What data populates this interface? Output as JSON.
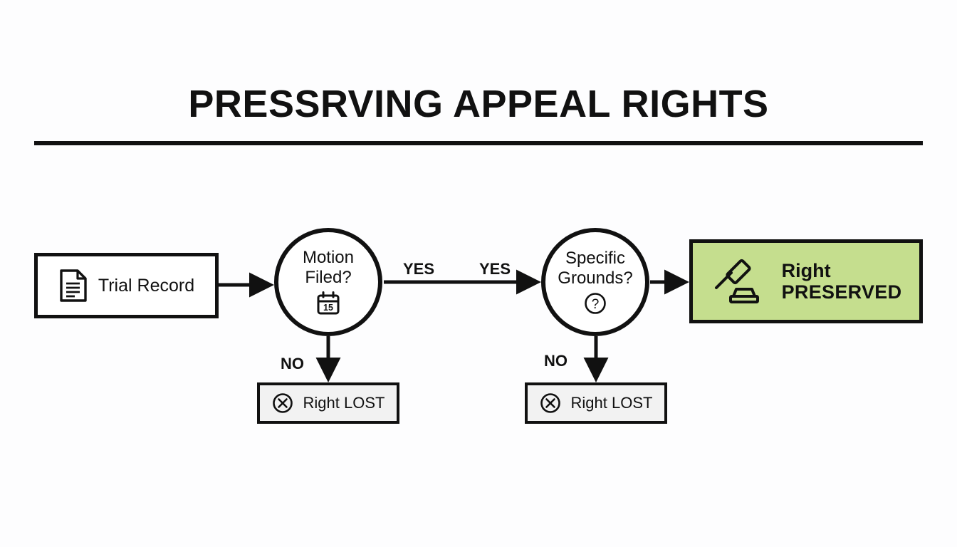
{
  "title": "PRESSRVING APPEAL RIGHTS",
  "colors": {
    "background": "#fdfdfe",
    "stroke": "#111111",
    "preserved_fill": "#c5de8e",
    "lost_fill": "#f2f2f2",
    "node_fill": "#ffffff"
  },
  "diagram": {
    "type": "flowchart",
    "nodes": [
      {
        "id": "trial-record",
        "shape": "rectangle",
        "label": "Trial Record",
        "icon": "document-icon"
      },
      {
        "id": "motion-filed",
        "shape": "circle",
        "label_line1": "Motion",
        "label_line2": "Filed?",
        "icon": "calendar-icon",
        "icon_value": "15"
      },
      {
        "id": "specific-grounds",
        "shape": "circle",
        "label_line1": "Specific",
        "label_line2": "Grounds?",
        "icon": "question-mark-circle-icon"
      },
      {
        "id": "right-preserved",
        "shape": "rectangle",
        "label_line1": "Right",
        "label_line2": "PRESERVED",
        "icon": "gavel-icon",
        "fill": "#c5de8e"
      },
      {
        "id": "right-lost-1",
        "shape": "rectangle",
        "label": "Right LOST",
        "icon": "circle-x-icon",
        "fill": "#f2f2f2"
      },
      {
        "id": "right-lost-2",
        "shape": "rectangle",
        "label": "Right LOST",
        "icon": "circle-x-icon",
        "fill": "#f2f2f2"
      }
    ],
    "edges": [
      {
        "from": "trial-record",
        "to": "motion-filed",
        "label": ""
      },
      {
        "from": "motion-filed",
        "to": "specific-grounds",
        "label": "YES"
      },
      {
        "from": "motion-filed",
        "to": "specific-grounds",
        "label2": "YES"
      },
      {
        "from": "motion-filed",
        "to": "right-lost-1",
        "label": "NO"
      },
      {
        "from": "specific-grounds",
        "to": "right-preserved",
        "label": ""
      },
      {
        "from": "specific-grounds",
        "to": "right-lost-2",
        "label": "NO"
      }
    ],
    "edge_labels": {
      "yes_1": "YES",
      "yes_2": "YES",
      "no_1": "NO",
      "no_2": "NO"
    }
  }
}
